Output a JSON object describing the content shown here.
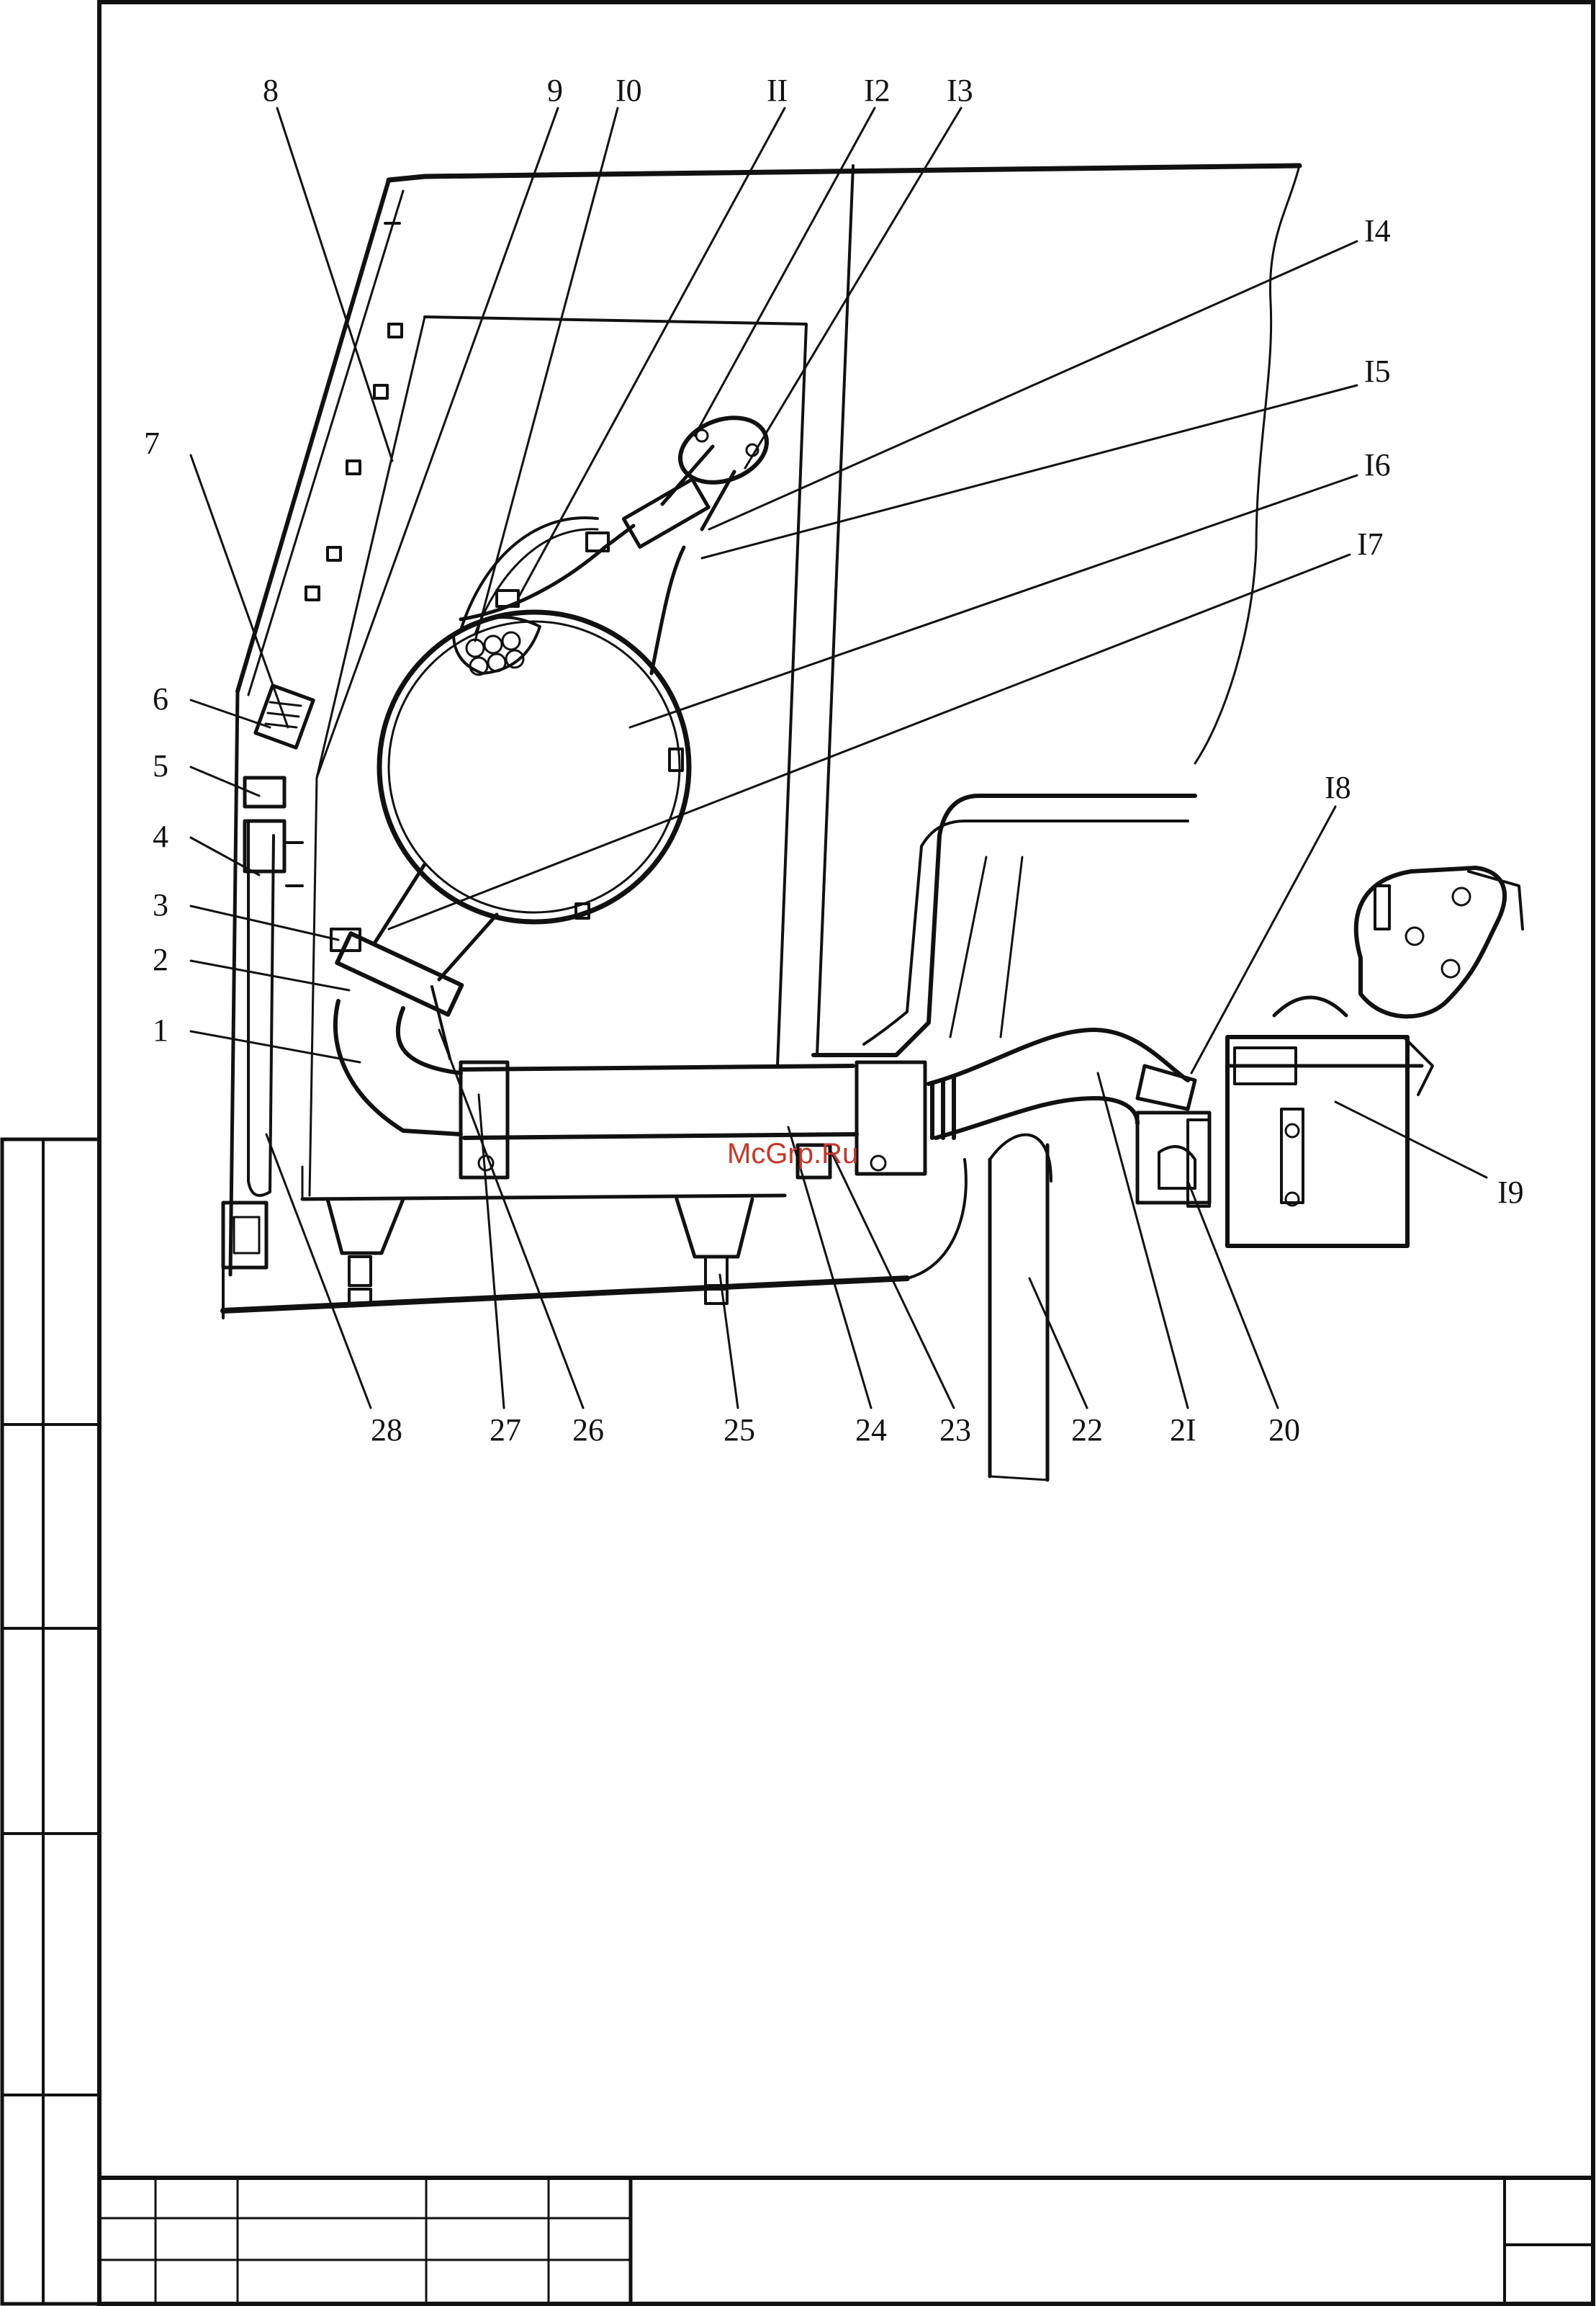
{
  "drawing": {
    "watermark": "McGrp.Ru",
    "callouts": [
      "1",
      "2",
      "3",
      "4",
      "5",
      "6",
      "7",
      "8",
      "9",
      "I0",
      "II",
      "I2",
      "I3",
      "I4",
      "I5",
      "I6",
      "I7",
      "I8",
      "I9",
      "20",
      "2I",
      "22",
      "23",
      "24",
      "25",
      "26",
      "27",
      "28"
    ]
  },
  "title_block": {
    "cells": []
  }
}
